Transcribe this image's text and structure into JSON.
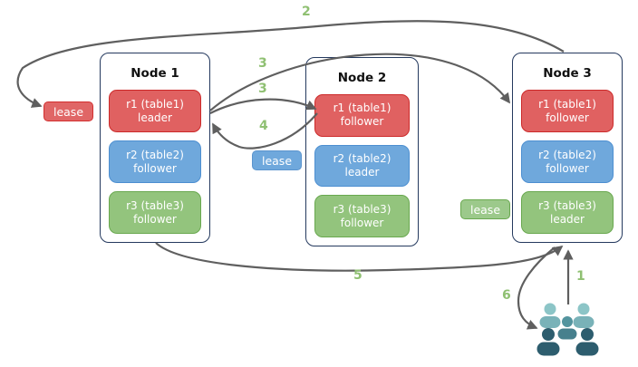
{
  "nodes": [
    {
      "title": "Node 1",
      "replicas": [
        {
          "name": "r1 (table1)",
          "role": "leader",
          "color": "#e06161"
        },
        {
          "name": "r2 (table2)",
          "role": "follower",
          "color": "#6fa8dc"
        },
        {
          "name": "r3 (table3)",
          "role": "follower",
          "color": "#93c47d"
        }
      ]
    },
    {
      "title": "Node 2",
      "replicas": [
        {
          "name": "r1 (table1)",
          "role": "follower",
          "color": "#e06161"
        },
        {
          "name": "r2 (table2)",
          "role": "leader",
          "color": "#6fa8dc"
        },
        {
          "name": "r3 (table3)",
          "role": "follower",
          "color": "#93c47d"
        }
      ]
    },
    {
      "title": "Node 3",
      "replicas": [
        {
          "name": "r1 (table1)",
          "role": "follower",
          "color": "#e06161"
        },
        {
          "name": "r2 (table2)",
          "role": "follower",
          "color": "#6fa8dc"
        },
        {
          "name": "r3 (table3)",
          "role": "leader",
          "color": "#93c47d"
        }
      ]
    }
  ],
  "leases": [
    {
      "label": "lease",
      "color": "#e06666"
    },
    {
      "label": "lease",
      "color": "#6fa8dc"
    },
    {
      "label": "lease",
      "color": "#9cc98b"
    }
  ],
  "arrow_labels": {
    "step1": "1",
    "step2": "2",
    "step3a": "3",
    "step3b": "3",
    "step4": "4",
    "step5": "5",
    "step6": "6"
  },
  "icons": {
    "users": "users-group-icon"
  },
  "colors": {
    "node_border": "#24395e",
    "arrow": "#5f5f5f",
    "step_label": "#8fc072",
    "users_light": "#8cc5c7",
    "users_mid": "#53949e",
    "users_dark": "#2d5d6e"
  }
}
